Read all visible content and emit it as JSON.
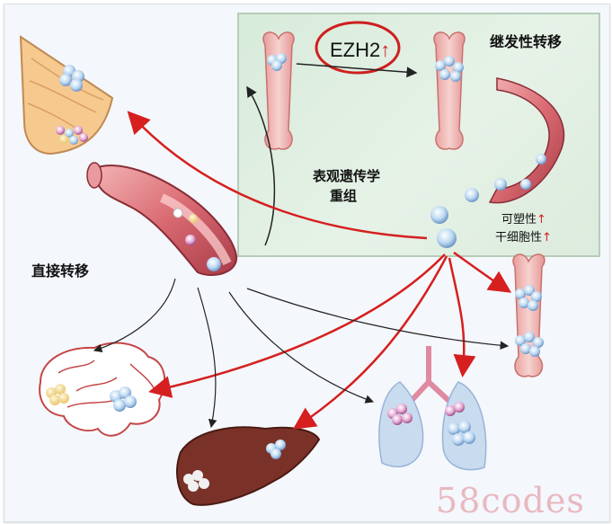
{
  "labels": {
    "secondary_metastasis": "继发性转移",
    "epigenetic_reorg": "表观遗传学",
    "epigenetic_reorg_line2": "重组",
    "direct_metastasis": "直接转移",
    "plasticity": "可塑性",
    "stemness": "干细胞性",
    "ezh2": "EZH2",
    "up_arrow": "↑",
    "watermark": "58codes"
  },
  "colors": {
    "panel_green": "#d7ebdb",
    "red_arrow": "#d61f1f",
    "black_arrow": "#222222",
    "bone": "#f0b9b5",
    "vessel": "#c94a55",
    "liver": "#7a3228",
    "lung": "#c9dbef",
    "cell": "#b9d6ef",
    "breast": "#f6c98f"
  },
  "icons": [
    "breast-icon",
    "blood-vessel-icon",
    "bone-icon",
    "brain-icon",
    "liver-icon",
    "lung-icon",
    "tumor-cell-cluster-icon"
  ]
}
